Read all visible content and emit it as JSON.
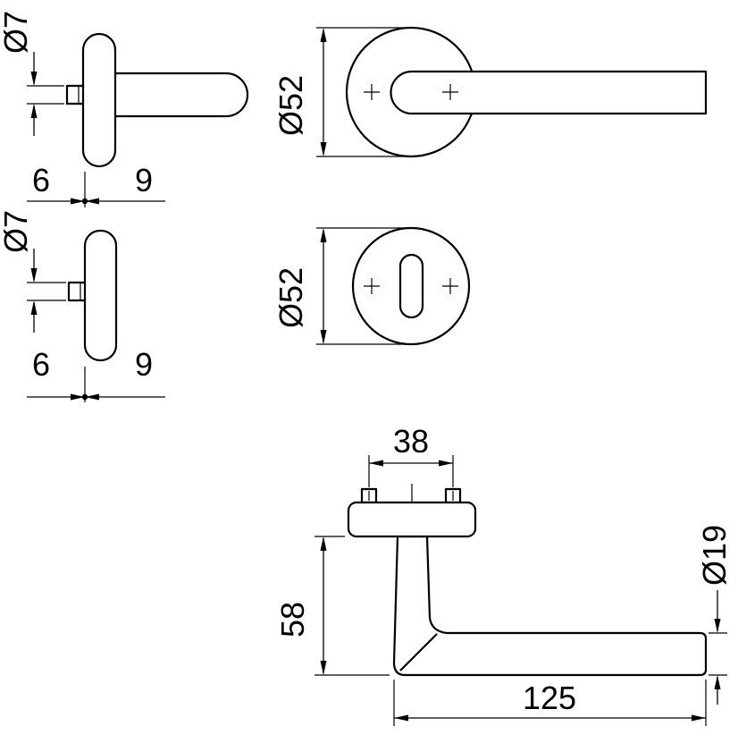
{
  "drawing": {
    "kind": "door-handle-technical-drawing",
    "colors": {
      "line": "#000000",
      "background": "#ffffff"
    }
  },
  "views": {
    "lever_rose_side": {
      "spindle_dia": "Ø7",
      "backplate_depth": "6",
      "hub_projection": "9"
    },
    "lever_rose_front": {
      "rose_dia": "Ø52"
    },
    "key_rose_side": {
      "spindle_dia": "Ø7",
      "backplate_depth": "6",
      "hub_projection": "9"
    },
    "key_rose_front": {
      "rose_dia": "Ø52"
    },
    "lever_profile": {
      "screw_spacing": "38",
      "height": "58",
      "grip_dia": "Ø19",
      "length": "125"
    }
  }
}
